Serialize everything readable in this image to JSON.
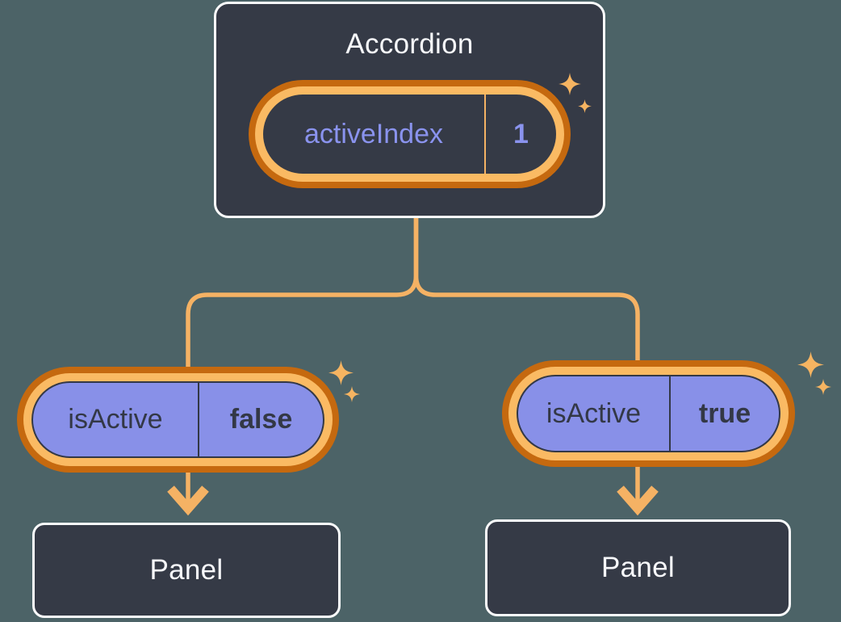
{
  "diagram": {
    "root": {
      "title": "Accordion",
      "state": {
        "name": "activeIndex",
        "value": "1"
      }
    },
    "children": [
      {
        "prop": {
          "name": "isActive",
          "value": "false"
        },
        "panel_label": "Panel"
      },
      {
        "prop": {
          "name": "isActive",
          "value": "true"
        },
        "panel_label": "Panel"
      }
    ],
    "icons": {
      "sparkle": "sparkle-icon"
    },
    "colors": {
      "background": "#4C6367",
      "card_fill": "#353A46",
      "card_border": "#FBFCFD",
      "ring_outer_orange": "#C5690F",
      "ring_inner_orange": "#FABA63",
      "connector_orange": "#F5B264",
      "sparkle_orange": "#F6B461",
      "pill_purple": "#8890E8",
      "purple_text": "#8A93EE",
      "dark_text": "#333846",
      "light_text": "#F7F8FB"
    }
  }
}
